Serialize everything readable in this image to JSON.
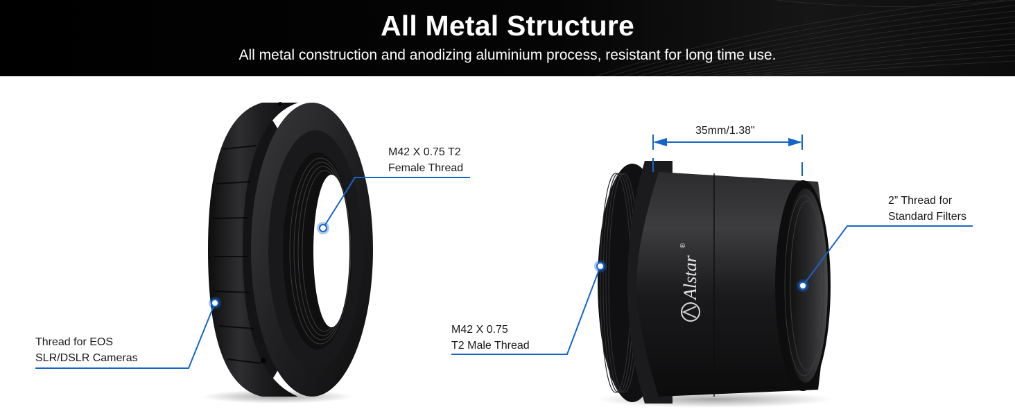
{
  "banner": {
    "title": "All Metal Structure",
    "subtitle": "All metal construction and anodizing aluminium process, resistant for long time use."
  },
  "left_product": {
    "callouts": {
      "female_thread_line1": "M42 X 0.75 T2",
      "female_thread_line2": "Female Thread",
      "eos_thread_line1": "Thread for EOS",
      "eos_thread_line2": "SLR/DSLR Cameras"
    }
  },
  "right_product": {
    "dimension": "35mm/1.38\"",
    "brand": "Alstar",
    "trademark": "®",
    "callouts": {
      "male_thread_line1": "M42 X 0.75",
      "male_thread_line2": "T2 Male Thread",
      "filter_thread_line1": "2” Thread for",
      "filter_thread_line2": "Standard Filters"
    }
  },
  "colors": {
    "banner_bg": "#000000",
    "callout_blue": "#1565c8",
    "metal_dark": "#1c1c1e"
  }
}
